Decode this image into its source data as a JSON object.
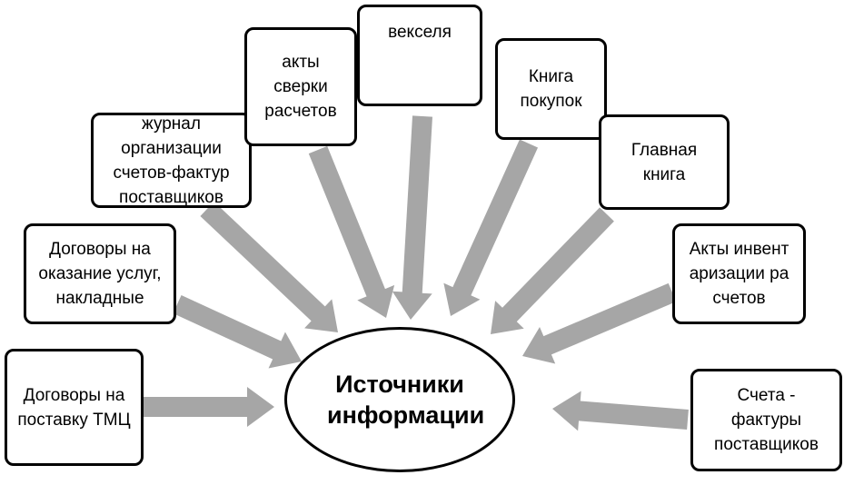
{
  "center": {
    "label": "Источники информации"
  },
  "sources": [
    {
      "label": "Договоры на поставку ТМЦ"
    },
    {
      "label": "Договоры на оказание услуг, накладные"
    },
    {
      "label": "журнал организации счетов-фактур поставщиков"
    },
    {
      "label": "акты сверки расчетов"
    },
    {
      "label": "векселя"
    },
    {
      "label": "Книга покупок"
    },
    {
      "label": "Главная книга"
    },
    {
      "label": "Акты инвентаризации расчетов"
    },
    {
      "label": "Счета - фактуры поставщиков"
    }
  ],
  "colors": {
    "arrow": "#a6a6a6",
    "border": "#000000"
  }
}
